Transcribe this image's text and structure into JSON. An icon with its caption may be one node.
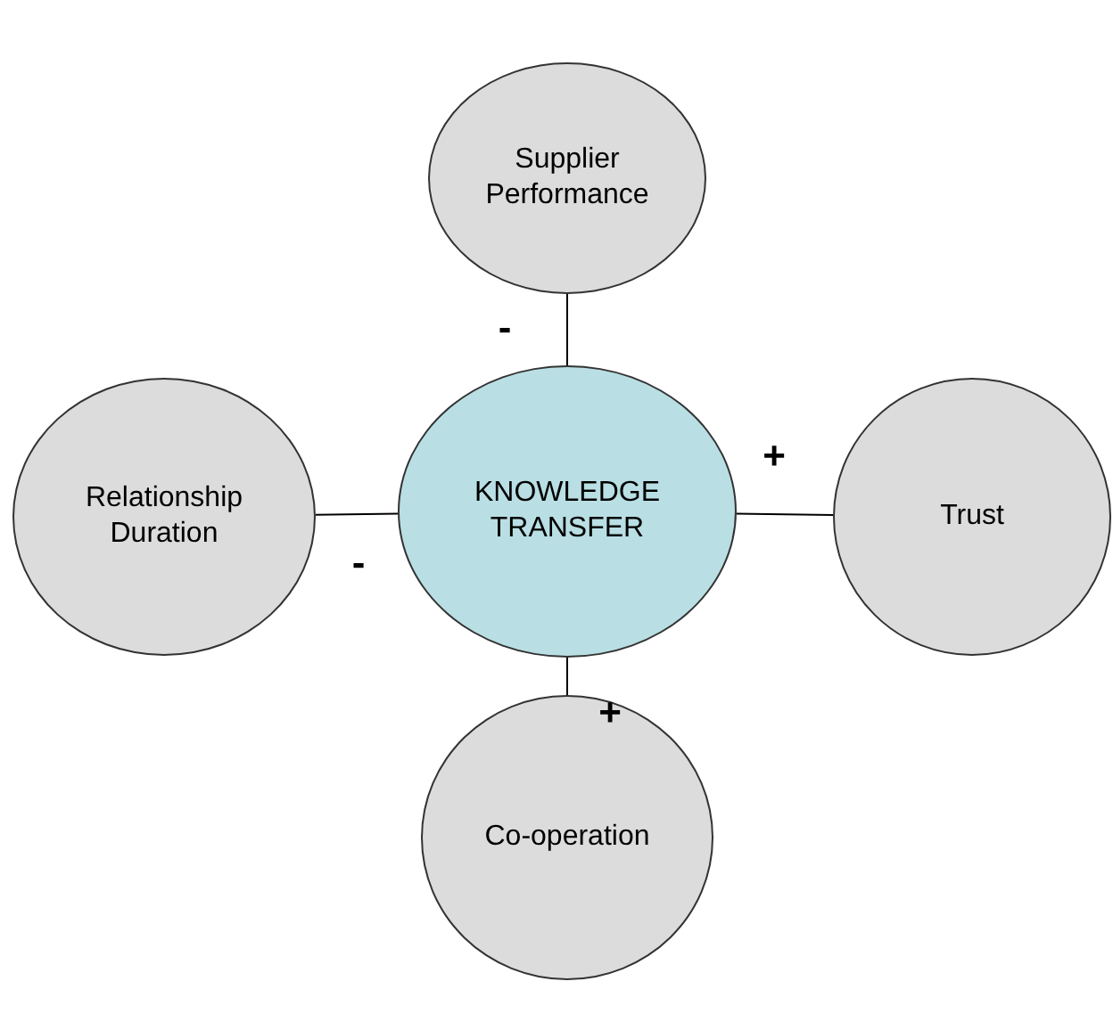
{
  "diagram": {
    "nodes": [
      {
        "text": [
          "Supplier Performance"
        ]
      },
      {
        "text": [
          "Relationship Duration"
        ]
      },
      {
        "text": [
          "KNOWLEDGE TRANSFER"
        ]
      },
      {
        "text": [
          "Trust"
        ]
      },
      {
        "text": [
          "Co-operation"
        ]
      }
    ],
    "edges": [
      {
        "from": 0,
        "to": 2,
        "arrow": "none",
        "label": "-"
      },
      {
        "from": 1,
        "to": 2,
        "arrow": "none",
        "label": "-"
      },
      {
        "from": 2,
        "to": 3,
        "arrow": "none",
        "label": "+"
      },
      {
        "from": 2,
        "to": 4,
        "arrow": "none",
        "label": "+"
      }
    ]
  }
}
